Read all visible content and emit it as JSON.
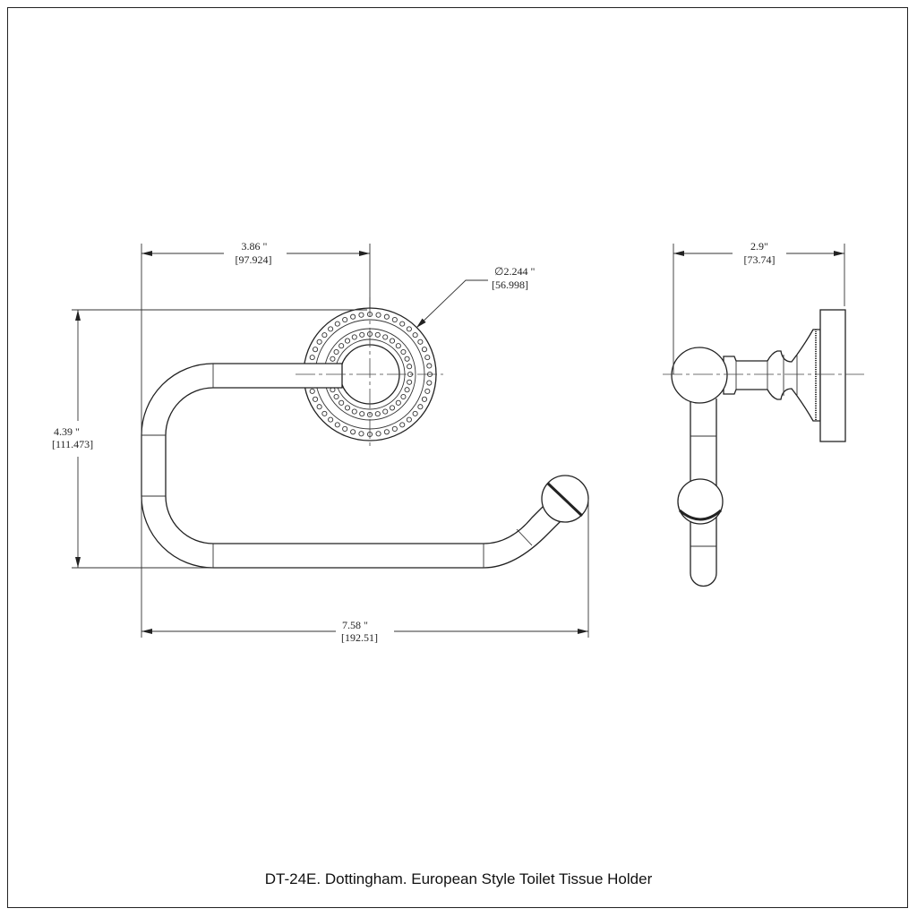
{
  "caption": "DT-24E. Dottingham. European Style Toilet Tissue Holder",
  "dimensions": {
    "width_to_center": {
      "in": "3.86    \"",
      "mm": "[97.924]"
    },
    "rosette_diameter": {
      "in": "∅2.244 \"",
      "mm": "[56.998]"
    },
    "height": {
      "in": "4.39     \"",
      "mm": "[111.473]"
    },
    "overall_width": {
      "in": "7.58     \"",
      "mm": "[192.51]"
    },
    "projection": {
      "in": "2.9\"",
      "mm": "[73.74]"
    }
  },
  "colors": {
    "line": "#222222",
    "background": "#ffffff"
  }
}
